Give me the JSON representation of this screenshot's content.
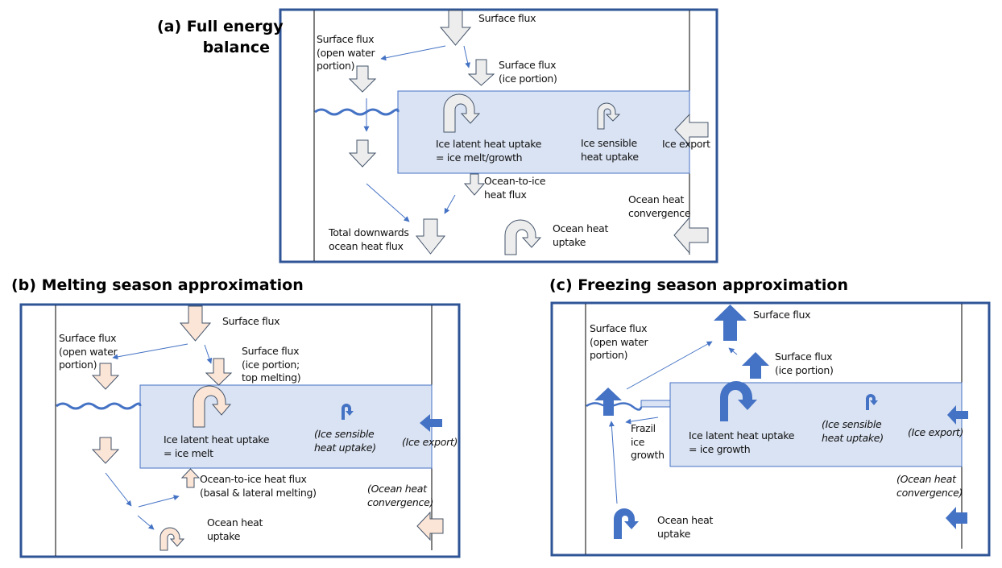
{
  "colors": {
    "frame": "#2F5597",
    "ice_fill": "#DAE3F3",
    "ice_stroke": "#4472C4",
    "connector": "#4472C4",
    "arrow_grey_fill": "#EDEDED",
    "arrow_peach_fill": "#FBE5D6",
    "arrow_blue_fill": "#4472C4",
    "arrow_stroke": "#44546A"
  },
  "panels": [
    {
      "id": "a",
      "title": "(a) Full energy\nbalance",
      "labels": {
        "surface_flux": "Surface flux",
        "surface_flux_open_water": "Surface flux\n(open water\nportion)",
        "surface_flux_ice": "Surface flux\n(ice portion)",
        "ice_latent": "Ice latent heat uptake\n= ice melt/growth",
        "ice_sensible": "Ice sensible\nheat uptake",
        "ice_export": "Ice export",
        "ocean_to_ice": "Ocean-to-ice\nheat flux",
        "ocean_convergence": "Ocean heat\nconvergence",
        "total_downwards": "Total downwards\nocean heat flux",
        "ocean_uptake": "Ocean heat\nuptake"
      }
    },
    {
      "id": "b",
      "title": "(b) Melting season approximation",
      "labels": {
        "surface_flux": "Surface flux",
        "surface_flux_open_water": "Surface flux\n(open water\nportion)",
        "surface_flux_ice": "Surface flux\n(ice portion;\ntop melting)",
        "ice_latent": "Ice latent heat uptake\n= ice melt",
        "ice_sensible": "(Ice sensible\nheat uptake)",
        "ice_export": "(Ice export)",
        "ocean_to_ice": "Ocean-to-ice heat flux\n(basal & lateral melting)",
        "ocean_convergence": "(Ocean heat\nconvergence)",
        "ocean_uptake": "Ocean heat\nuptake"
      }
    },
    {
      "id": "c",
      "title": "(c) Freezing season approximation",
      "labels": {
        "surface_flux": "Surface flux",
        "surface_flux_open_water": "Surface flux\n(open water\nportion)",
        "surface_flux_ice": "Surface flux\n(ice portion)",
        "frazil": "Frazil\nice\ngrowth",
        "ice_latent": "Ice latent heat uptake\n= ice growth",
        "ice_sensible": "(Ice sensible\nheat uptake)",
        "ice_export": "(Ice export)",
        "ocean_convergence": "(Ocean heat\nconvergence)",
        "ocean_uptake": "Ocean heat\nuptake"
      }
    }
  ]
}
